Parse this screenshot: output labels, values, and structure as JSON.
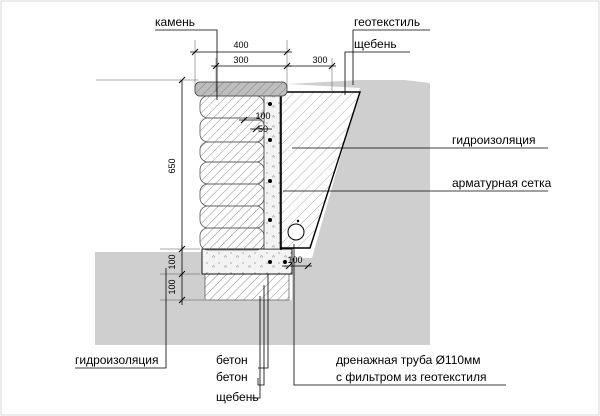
{
  "labels": {
    "stone": "камень",
    "geotextile": "геотекстиль",
    "gravel_top": "щебень",
    "waterproofing_right": "гидроизоляция",
    "rebar_mesh": "арматурная сетка",
    "waterproofing_left": "гидроизоляция",
    "concrete_1": "бетон",
    "concrete_2": "бетон",
    "gravel_bottom": "щебень",
    "drain_line1": "дренажная труба Ø110мм",
    "drain_line2": "с фильтром из геотекстиля"
  },
  "dimensions": {
    "top_total": "400",
    "top_left": "300",
    "top_right": "300",
    "inner_100": "100",
    "inner_50": "50",
    "height_650": "650",
    "left_100a": "100",
    "left_100b": "100",
    "bottom_100": "100"
  },
  "colors": {
    "ground": "#cfcfcf",
    "stone_fill": "#bdbdbd",
    "gravel_fill": "#ececec",
    "concrete_fill": "#f3f3f3",
    "line": "#000000"
  }
}
